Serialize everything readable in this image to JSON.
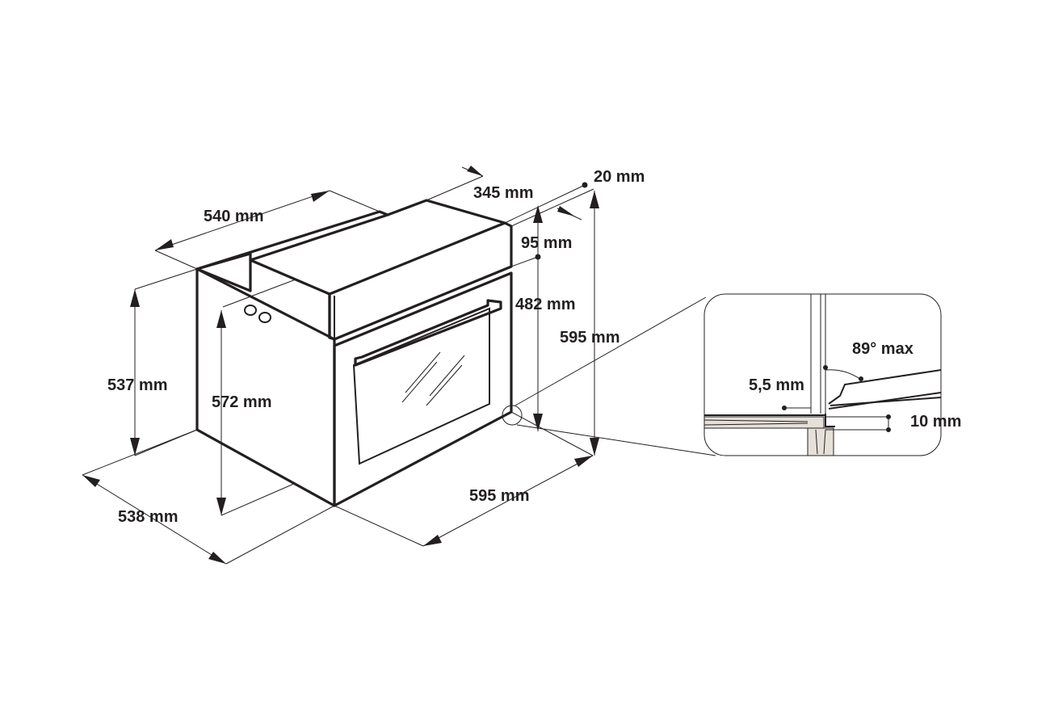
{
  "diagram": {
    "dimensions": {
      "depth_top": "540 mm",
      "panel_depth": "345 mm",
      "door_gap": "20 mm",
      "panel_height": "95 mm",
      "niche_opening_height": "482 mm",
      "total_height": "595 mm",
      "body_height": "537 mm",
      "inner_height": "572 mm",
      "body_depth": "538 mm",
      "total_width": "595 mm"
    },
    "detail": {
      "angle": "89° max",
      "gap": "5,5 mm",
      "offset": "10 mm"
    }
  },
  "colors": {
    "line": "#231f20",
    "background": "#ffffff",
    "wood": "#e6e1d8"
  }
}
